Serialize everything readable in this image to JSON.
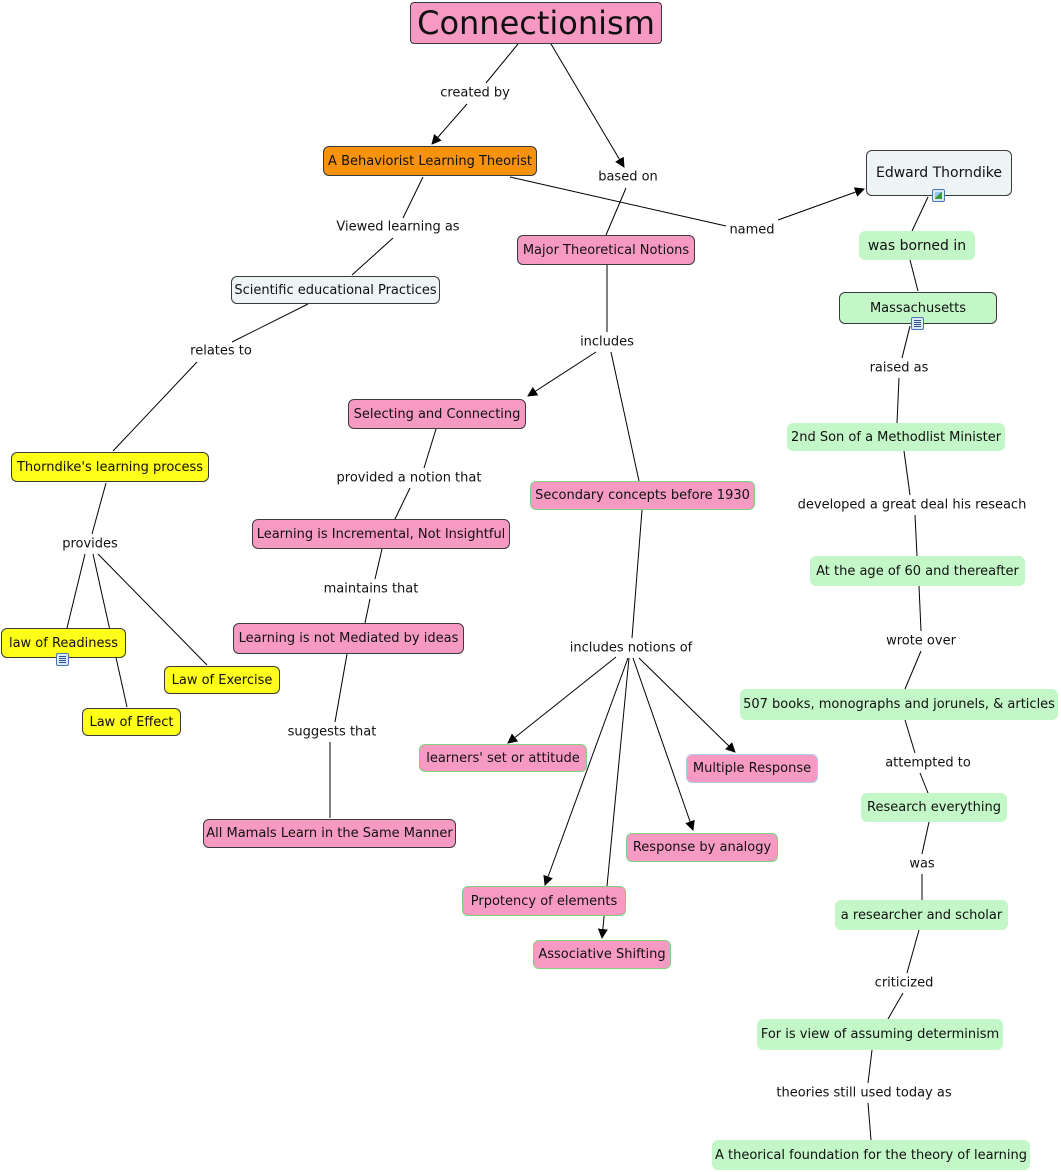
{
  "nodes": {
    "connectionism": "Connectionism",
    "behaviorist": "A Behaviorist Learning Theorist",
    "edward": "Edward Thorndike",
    "was_borned_in": "was borned in",
    "massachusetts": "Massachusetts",
    "major_notions": "Major Theoretical Notions",
    "scientific": "Scientific educational Practices",
    "selecting": "Selecting and Connecting",
    "secondary": "Secondary concepts before 1930",
    "learning_process": "Thorndike's learning process",
    "incremental": "Learning is Incremental, Not Insightful",
    "second_son": "2nd Son of a Methodlist Minister",
    "age60": "At the age of 60 and thereafter",
    "not_mediated": "Learning is not Mediated by ideas",
    "readiness": "law of Readiness",
    "exercise": "Law of Exercise",
    "effect": "Law of Effect",
    "books": "507 books, monographs and jorunels, & articles",
    "learners_set": "learners' set or attitude",
    "multiple": "Multiple Response",
    "research_everything": "Research everything",
    "mammals": "All Mamals Learn in the Same Manner",
    "analogy": "Response by analogy",
    "prepotency": "Prpotency  of elements",
    "researcher": "a researcher and scholar",
    "associative": "Associative Shifting",
    "determinism": "For is view of assuming determinism",
    "foundation": "A theorical foundation for the theory of learning"
  },
  "links": {
    "created_by": "created by",
    "based_on": "based on",
    "named": "named",
    "viewed_learning_as": "Viewed learning as",
    "relates_to": "relates to",
    "includes": "includes",
    "raised_as": "raised as",
    "provided_notion": "provided a notion that",
    "developed": "developed a great deal his reseach",
    "provides": "provides",
    "maintains": "maintains that",
    "wrote_over": "wrote over",
    "includes_notions": "includes notions of",
    "suggests": "suggests that",
    "attempted": "attempted to",
    "was": "was",
    "criticized": "criticized",
    "theories_used": "theories still used today as"
  },
  "colors": {
    "pink": "#f79ac3",
    "green": "#c3f7c7",
    "yellow": "#ffff19",
    "orange": "#f7920f",
    "pale": "#eef3f6"
  },
  "icons": {
    "edward": "image-icon",
    "massachusetts": "note-icon",
    "readiness": "note-icon"
  }
}
